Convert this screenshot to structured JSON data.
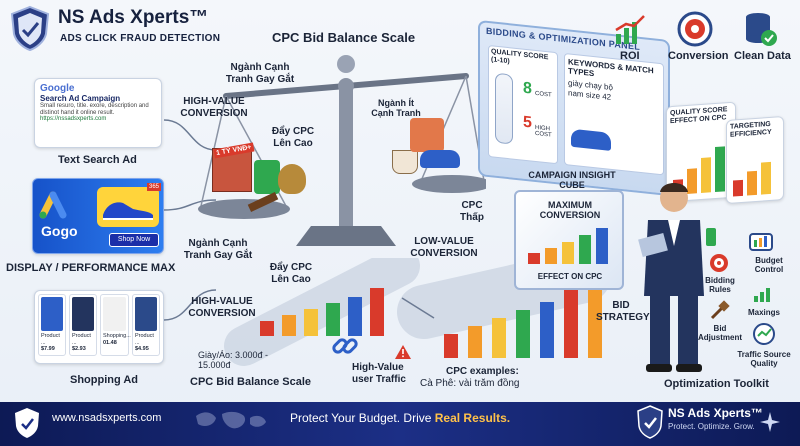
{
  "brand": {
    "name": "NS Ads Xperts™",
    "tagline": "ADS CLICK FRAUD DETECTION"
  },
  "scale": {
    "title": "CPC Bid Balance Scale",
    "bottom_title": "CPC Bid Balance Scale",
    "competitive_left": "Ngành Cạnh Tranh Gay Gắt",
    "high_value": "HIGH-VALUE CONVERSION",
    "push_cpc": "Đẩy CPC Lên Cao",
    "low_competition": "Ngành Ít Cạnh Tranh",
    "cpc_low": "CPC Thấp",
    "low_value": "LOW-VALUE CONVERSION",
    "competitive_left2": "Ngành Cạnh Tranh Gay Gắt",
    "push_cpc2": "Đẩy CPC Lên Cao",
    "high_value2": "HIGH-VALUE CONVERSION",
    "money_tag": "1 TỶ VNĐ+",
    "shoes_price": "Giày/Áo: 3.000đ - 15.000đ",
    "high_value_traffic": "High-Value user Traffic",
    "cpc_examples_title": "CPC examples:",
    "cpc_examples_value": "Cà Phê: vài trăm đồng"
  },
  "ads": {
    "search": {
      "google": "Google",
      "title": "Search Ad Campaign",
      "desc": "Small resuro, title. exore, description and dlstinot hand it online result.",
      "url": "https://nssadsxperts.com",
      "label": "Text Search Ad"
    },
    "display": {
      "brand": "Gogo",
      "badge": "365",
      "button": "Shop Now",
      "label": "DISPLAY / PERFORMANCE MAX"
    },
    "shopping": {
      "label": "Shopping Ad",
      "products": [
        {
          "name": "Product ...",
          "price": "$7.99"
        },
        {
          "name": "Product ...",
          "price": "$2.93"
        },
        {
          "name": "Shopping...",
          "price": "01.48"
        },
        {
          "name": "Product ...",
          "price": "$4.95"
        }
      ]
    }
  },
  "panel": {
    "title": "BIDDING & OPTIMIZATION PANEL",
    "quality": "QUALITY SCORE (1-10)",
    "keywords": "KEYWORDS & MATCH TYPES",
    "keyword_example": "giày chạy bộ nam size 42",
    "num8": "8",
    "num5": "5",
    "cost": "COST",
    "high_cost": "HIGH COST",
    "effect": "QUALITY SCORE EFFECT ON CPC",
    "targeting": "TARGETING EFFICIENCY"
  },
  "cube": {
    "title": "CAMPAIGN INSIGHT CUBE",
    "max_conv": "MAXIMUM CONVERSION",
    "effect": "EFFECT ON CPC",
    "bid_strategy": "BID STRATEGY"
  },
  "kpis": {
    "roi": "ROI",
    "conversion": "Conversion",
    "clean": "Clean Data"
  },
  "toolkit": {
    "title": "Optimization Toolkit",
    "budget": "Budget Control",
    "bidding": "Bidding Rules",
    "max": "Maxings",
    "adjust": "Bid Adjustment",
    "traffic": "Traffic Source Quality"
  },
  "footer": {
    "url": "www.nsadsxperts.com",
    "slogan_a": "Protect Your Budget. Drive ",
    "slogan_b": "Real Results.",
    "brand": "NS Ads Xperts™",
    "tagline": "Protect. Optimize. Grow."
  },
  "colors": {
    "navy": "#16213e",
    "accent": "#1c2f86",
    "green": "#2fa84f",
    "orange": "#f39b2a",
    "red": "#d93a2b"
  }
}
